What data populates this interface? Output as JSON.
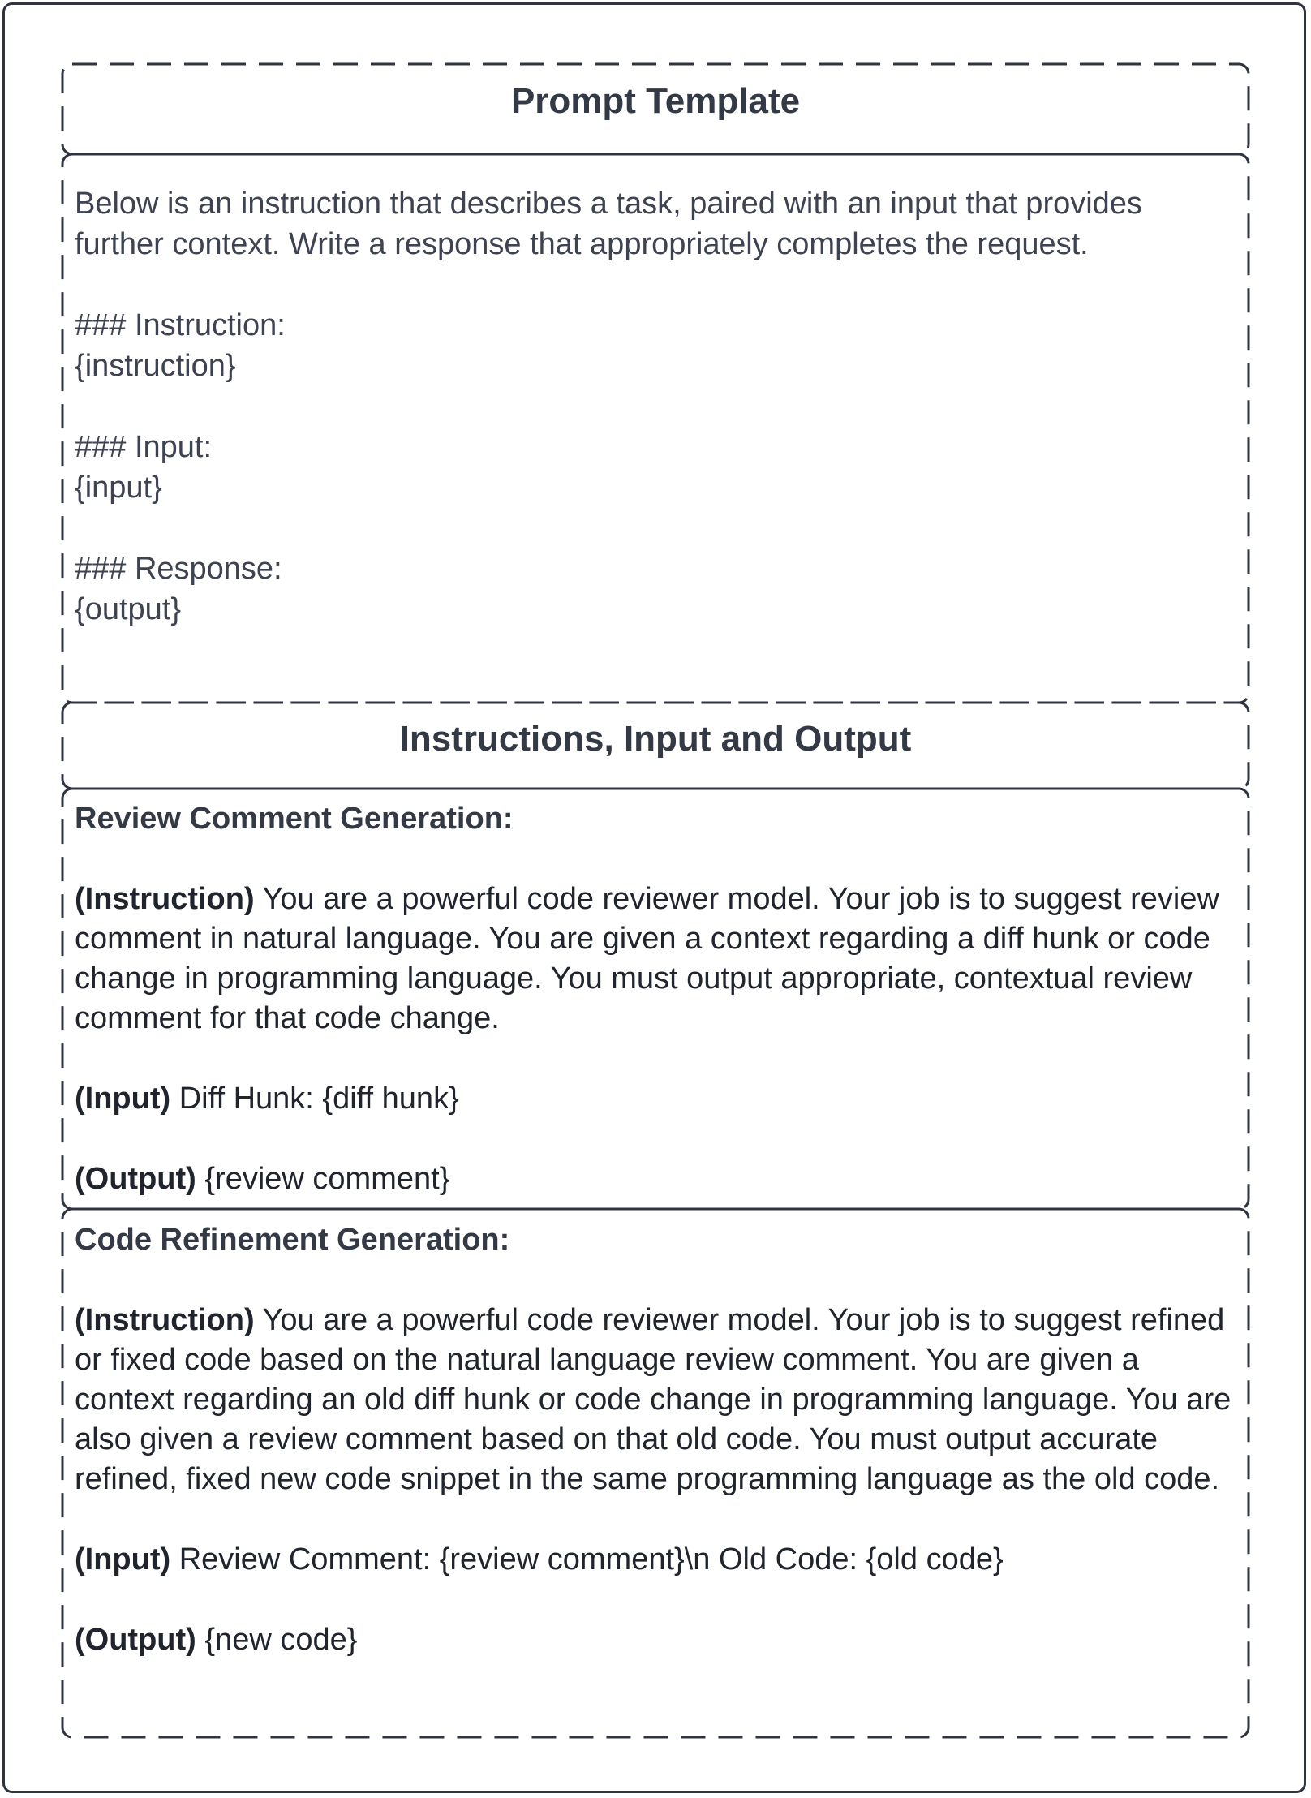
{
  "prompt_template": {
    "title": "Prompt Template",
    "intro": "Below is an instruction that describes a task, paired with an input that provides further context. Write a response that appropriately completes the request.",
    "instruction_heading": "### Instruction:",
    "instruction_placeholder": "{instruction}",
    "input_heading": "### Input:",
    "input_placeholder": "{input}",
    "response_heading": "### Response:",
    "response_placeholder": "{output}"
  },
  "io_section": {
    "title": "Instructions, Input and Output"
  },
  "review_comment": {
    "title": "Review Comment Generation:",
    "instruction_tag": "(Instruction)",
    "instruction_text": " You are a powerful code reviewer model. Your job is to suggest review comment in natural language. You are given a context regarding a diff hunk or code change in programming language. You must output appropriate, contextual review comment for that code change.",
    "input_tag": "(Input)",
    "input_text": " Diff Hunk: {diff hunk}",
    "output_tag": "(Output)",
    "output_text": " {review comment}"
  },
  "code_refinement": {
    "title": "Code Refinement Generation:",
    "instruction_tag": "(Instruction)",
    "instruction_text": " You are a powerful code reviewer model. Your job is to suggest refined or fixed code based on the natural language review comment. You are given a context regarding an old diff hunk or code change in programming language. You are also given a review comment based on that old code. You must output accurate refined, fixed new code snippet in the same programming language as the old code.",
    "input_tag": "(Input)",
    "input_text": " Review Comment: {review comment}\\n Old Code: {old code}",
    "output_tag": "(Output)",
    "output_text": " {new code}"
  }
}
